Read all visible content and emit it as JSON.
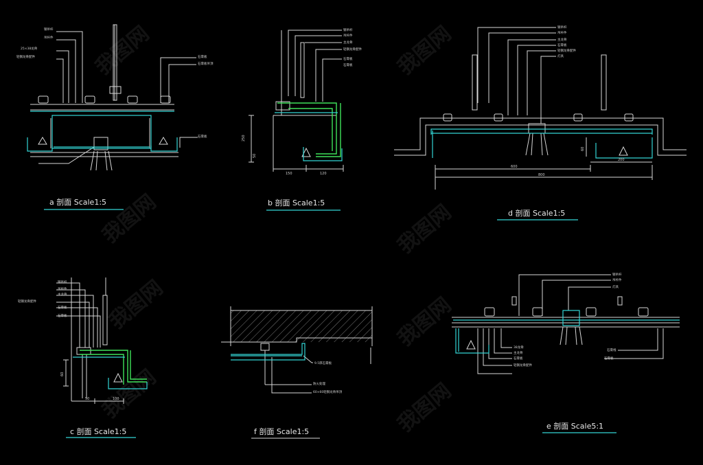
{
  "colors": {
    "background": "#000000",
    "line": "#d8d8d8",
    "cyan": "#33d6d6",
    "green": "#3fe35a",
    "hatch": "#9a9a9a"
  },
  "watermark": "我图网",
  "details": [
    {
      "id": "a",
      "title": "a  剖面  Scale1:5",
      "notes": [
        "钢吊杆",
        "吊杆件",
        "25×38龙骨",
        "轻钢龙骨配件",
        "石膏板",
        "石膏板吊顶",
        "石膏板"
      ],
      "dims": []
    },
    {
      "id": "b",
      "title": "b  剖面  Scale1:5",
      "notes": [
        "钢吊杆",
        "吊杆件",
        "主龙骨",
        "轻钢龙骨配件",
        "石膏板",
        "石膏板"
      ],
      "dims": [
        "250",
        "150",
        "120",
        "50"
      ]
    },
    {
      "id": "d",
      "title": "d  剖面  Scale1:5",
      "notes": [
        "钢吊杆",
        "吊杆件",
        "主龙骨",
        "石膏板",
        "轻钢龙骨配件",
        "灯具"
      ],
      "dims": [
        "600",
        "800",
        "200",
        "60"
      ]
    },
    {
      "id": "c",
      "title": "c  剖面  Scale1:5",
      "notes": [
        "钢吊杆",
        "吊杆件",
        "主龙骨",
        "轻钢龙骨配件",
        "石膏板",
        "石膏板"
      ],
      "dims": [
        "50",
        "100",
        "60"
      ]
    },
    {
      "id": "f",
      "title": "f  剖面  Scale1:5",
      "notes": [
        "9.5厚石膏板",
        "防火处理",
        "60×60轻钢龙骨吊顶"
      ],
      "dims": []
    },
    {
      "id": "e",
      "title": "e  剖面  Scale5:1",
      "notes": [
        "钢吊杆",
        "吊杆件",
        "灯具",
        "38龙骨",
        "主龙骨",
        "石膏板",
        "轻钢龙骨配件",
        "石膏线",
        "石膏板"
      ],
      "dims": []
    }
  ]
}
